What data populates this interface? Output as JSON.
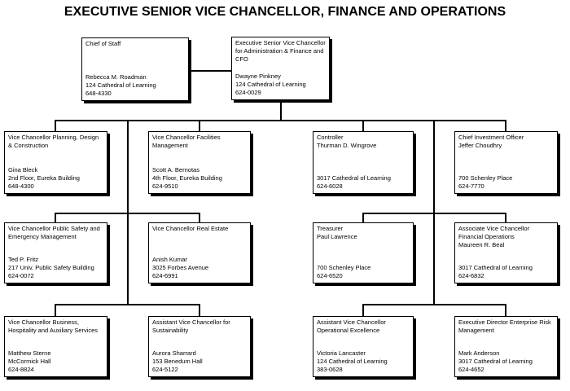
{
  "page_title": "EXECUTIVE SENIOR VICE CHANCELLOR, FINANCE AND OPERATIONS",
  "colors": {
    "background": "#ffffff",
    "text": "#000000",
    "box_background": "#ffffff",
    "box_border": "#000000",
    "box_shadow": "#000000",
    "connector_line": "#000000"
  },
  "nodes": [
    {
      "title": "Chief of Staff",
      "top_name": "",
      "name": "Rebecca M. Roadman",
      "location": "124 Cathedral of Learning",
      "phone": "648-4330"
    },
    {
      "title": "Executive Senior Vice Chancellor for Administration & Finance and CFO",
      "top_name": "",
      "name": "Dwayne Pinkney",
      "location": "124 Cathedral of Learning",
      "phone": "624-0029"
    },
    {
      "title": "Vice Chancellor Planning, Design & Construction",
      "top_name": "",
      "name": "Gina Bleck",
      "location": "2nd Floor, Eureka Building",
      "phone": "648-4300"
    },
    {
      "title": "Vice Chancellor Facilities Management",
      "top_name": "",
      "name": "Scott A. Bernotas",
      "location": "4th Floor, Eureka Building",
      "phone": "624-9510"
    },
    {
      "title": "Controller",
      "top_name": "Thurman D. Wingrove",
      "name": "",
      "location": "3017 Cathedral of Learning",
      "phone": "624-6028"
    },
    {
      "title": "Chief Investment Officer",
      "top_name": "Jeffer Choudhry",
      "name": "",
      "location": "700 Schenley Place",
      "phone": "624-7770"
    },
    {
      "title": "Vice Chancellor Public Safety and Emergency Management",
      "top_name": "",
      "name": "Ted P. Fritz",
      "location": "217 Univ. Public Safety Building",
      "phone": "624-0072"
    },
    {
      "title": "Vice Chancellor Real Estate",
      "top_name": "",
      "name": "Anish Kumar",
      "location": "3025 Forbes Avenue",
      "phone": "624-6991"
    },
    {
      "title": "Treasurer",
      "top_name": "Paul Lawrence",
      "name": "",
      "location": "700 Schenley Place",
      "phone": "624-6520"
    },
    {
      "title": "Associate Vice Chancellor Financial Operations",
      "top_name": "Maureen R. Beal",
      "name": "",
      "location": "3017 Cathedral of Learning",
      "phone": "624-6832"
    },
    {
      "title": "Vice Chancellor Business, Hospitality and Auxiliary Services",
      "top_name": "",
      "name": "Matthew Sterne",
      "location": "McCormick Hall",
      "phone": "624-8824"
    },
    {
      "title": "Assistant Vice Chancellor for Sustainability",
      "top_name": "",
      "name": "Aurora Sharrard",
      "location": "153 Benedum Hall",
      "phone": "624-5122"
    },
    {
      "title": "Assistant Vice Chancellor Operational Excellence",
      "top_name": "",
      "name": "Victoria Lancaster",
      "location": "124 Cathedral of Learning",
      "phone": "383-0628"
    },
    {
      "title": "Executive Director Enterprise Risk Management",
      "top_name": "",
      "name": "Mark Anderson",
      "location": "3017 Cathedral of Learning",
      "phone": "624-4652"
    }
  ]
}
